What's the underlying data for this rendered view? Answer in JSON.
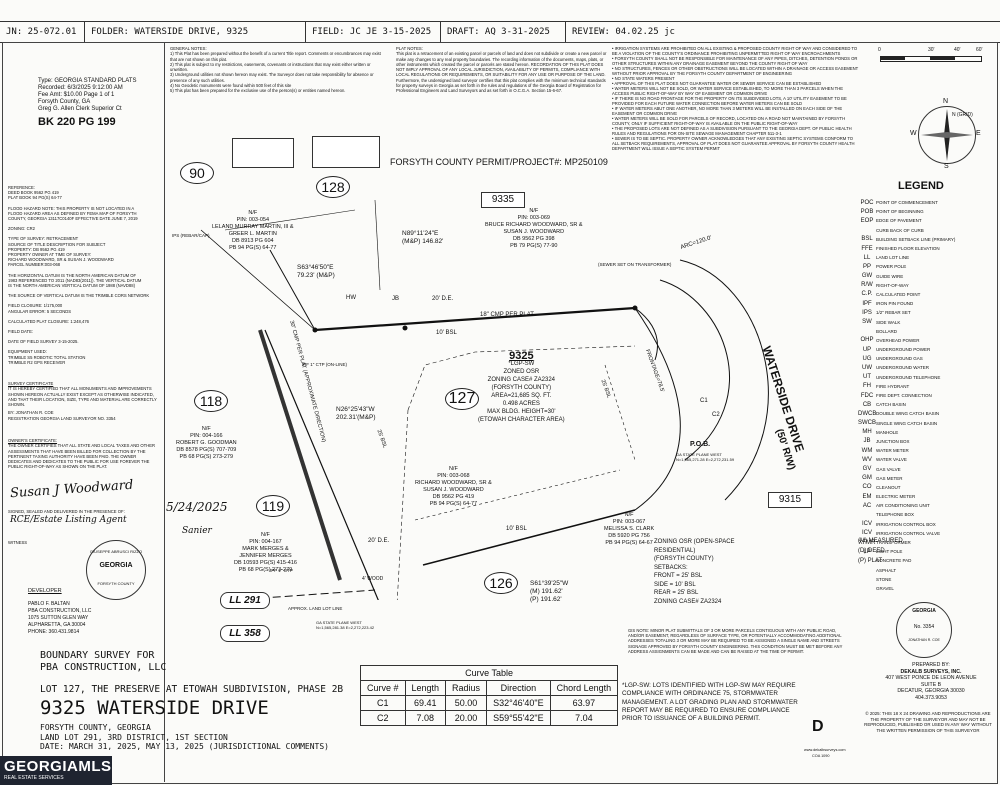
{
  "header": {
    "job": "JN: 25-072.01",
    "folder": "FOLDER: WATERSIDE DRIVE, 9325",
    "field": "FIELD: JC JE 3-15-2025",
    "draft": "DRAFT: AQ 3-31-2025",
    "review": "REVIEW: 04.02.25 jc"
  },
  "recording": {
    "lines": [
      "Type: GEORGIA STANDARD PLATS",
      "Recorded: 6/3/2025 9:12:00 AM",
      "Fee Amt: $10.00 Page 1 of 1",
      "Forsyth County, GA",
      "Greg G. Allen Clerk Superior Ct"
    ],
    "book": "BK 220 PG 199"
  },
  "general_notes": {
    "title": "GENERAL NOTES:",
    "items": [
      "1) This Plat has been prepared without the benefit of a current Title report. Comments or encumbrances may exist that are not shown on this plat.",
      "2) This plat is subject to my restrictions, easements, covenants or instructions that may exist either written or unwritten.",
      "3) Underground utilities not shown hereon may exist. The Surveyor does not take responsibility for absence or presence of any such utilities.",
      "4) No Geodetic monuments were found within 500 feet of this site",
      "5) This plat has been prepared for the exclusive use of the person(s) or entities named hereon."
    ]
  },
  "plat_notes": {
    "title": "PLAT NOTES:",
    "text": "This plat is a retracement of an existing parcel or parcels of land and does not subdivide or create a new parcel or make any changes to any real property boundaries. The recording information of the documents, maps, plats, or other instruments which created the parcel or parcels are stated hereon. RECORDATION OF THIS PLAT DOES NOT IMPLY APPROVAL OF ANY LOCAL JURISDICTION, AVAILABILITY OF PERMITS, COMPLIANCE WITH LOCAL REGULATIONS OR REQUIREMENTS, OR SUITABILITY FOR ANY USE OR PURPOSE OF THE LAND. Furthermore, the undersigned land surveyor certifies that this plat complies with the minimum technical standards for property surveys in Georgia as set forth in the rules and regulations of the Georgia Board of Registration for Professional Engineers and Land Surveyors and as set forth in O.C.G.A. Section 15-6-67."
  },
  "right_notes": [
    "IRRIGATION SYSTEMS ARE PROHIBITED ON ALL EXISTING & PROPOSED COUNTY RIGHT OF WAY AND CONSIDERED TO BE A VIOLATION OF THE COUNTY'S ORDINANCE PROHIBITING UNPERMITTED RIGHT OF WAY ENCROACHMENTS",
    "FORSYTH COUNTY SHALL NOT BE RESPONSIBLE FOR MAINTENANCE OF ANY PIPES, DITCHES, DETENTION PONDS OR OTHER STRUCTURES WITHIN ANY DRAINAGE EASEMENT BEYOND THE COUNTY RIGHT OF WAY",
    "NO STRUCTURES, FENCES OR OTHER OBSTRUCTIONS WILL BE LOCATED WITHIN A DRAINAGE OR ACCESS EASEMENT WITHOUT PRIOR APPROVAL BY THE FORSYTH COUNTY DEPARTMENT OF ENGINEERING",
    "NO STATE WATERS PRESENT",
    "APPROVAL OF THIS PLAT DOES NOT GUARANTEE WATER OR SEWER SERVICE CAN BE ESTABLISHED",
    "WATER METERS WILL NOT BE SOLD, OR WATER SERVICE ESTABLISHED, TO MORE THAN 3 PARCELS WHEN THE ACCESS PUBLIC RIGHT-OF-WAY BY WAY OF EASEMENT OR COMMON DRIVE",
    "IF THERE IS NO ROAD FRONTAGE FOR THE PROPERTY ON ITS SUBDIVIDED LOTS, A 10' UTILITY EASEMENT TO BE PROVIDED FOR EACH FUTURE WATER CONNECTION BEFORE WATER METERS CAN BE SOLD",
    "IF WATER METERS ABUT ONE ANOTHER, NO MORE THAN 3 METERS WILL BE INSTALLED ON EACH SIDE OF THE EASEMENT OR COMMON DRIVE",
    "WATER METERS WILL BE SOLD FOR PARCELS OF RECORD, LOCATED ON A ROAD NOT MAINTAINED BY FORSYTH COUNTY, ONLY IF SUFFICIENT RIGHT-OF-WAY IS AVAILABLE ON THE PUBLIC RIGHT-OF-WAY",
    "THE PROPOSED LOTS ARE NOT DEFINED AS A SUBDIVISION PURSUANT TO THE GEORGIA DEPT. OF PUBLIC HEALTH RULES AND REGULATIONS FOR ON-SITE SEWAGE MANAGEMENT CHAPTER 511-3-1",
    "SEWER IS TO BE SEPTIC. PROPERTY OWNER ACKNOWLEDGES THAT ANY EXISTING SEPTIC SYSTEMS CONFORM TO ALL SETBACK REQUIREMENTS, APPROVAL OF PLAT DOES NOT GUARANTEE APPROVAL BY FORSYTH COUNTY HEALTH DEPARTMENT WILL ISSUE A SEPTIC SYSTEM PERMIT"
  ],
  "permit": {
    "label": "FORSYTH COUNTY PERMIT/PROJECT#:",
    "number": "MP250109"
  },
  "reference": {
    "lines": [
      "REFERENCE:",
      "DEED BOOK 9562 PG 419",
      "PLAT BOOK 94 PG(S) 64-77",
      "",
      "FLOOD HAZARD NOTE: THIS PROPERTY IS NOT LOCATED IN A",
      "FLOOD HAZARD AREA AS DEFINED BY FEMA MAP OF FORSYTH",
      "COUNTY, GEORGIA 13117C0140F EFFECTIVE DATE JUNE 7, 2019",
      "",
      "ZONING: CR2",
      "",
      "TYPE OF SURVEY: RETRACEMENT",
      "SOURCE OF TITLE DESCRIPTION FOR SUBJECT",
      "PROPERTY: DB 9562 PG 419",
      "PROPERTY OWNER AT TIME OF SURVEY:",
      "RICHARD WOODWARD, SR & SUSAN J. WOODWARD",
      "PARCEL NUMBER:003-068",
      "",
      "THE HORIZONTAL DATUM IS THE NORTH AMERICAN DATUM OF",
      "1983 REFERENCED TO 2011 (NAD83(2011)). THE VERTICAL DATUM",
      "IS THE NORTH AMERICAN VERTICAL DATUM OF 1988 (NAVD88)",
      "",
      "THE SOURCE OF VERTICAL DATUM IS THE TRIMBLE CORS NETWORK",
      "",
      "FIELD CLOSURE: 1/175,000",
      "ANGULAR ERROR: 5 SECONDS",
      "",
      "CALCULATED PLAT CLOSURE: 1:248,476",
      "",
      "FIELD DATE:",
      "",
      "DATE OF FIELD SURVEY 3-15-2025.",
      "",
      "EQUIPMENT USED:",
      "TRIMBLE S5 ROBOTIC TOTAL STATION",
      "TRIMBLE R2 GPS RECEIVER"
    ]
  },
  "certification": {
    "title": "SURVEY CERTIFICATE",
    "text": "IT IS HEREBY CERTIFIED THAT ALL MONUMENTS AND IMPROVEMENTS SHOWN HEREON ACTUALLY EXIST EXCEPT AS OTHERWISE INDICATED, AND THAT THEIR LOCATION, SIZE, TYPE AND MATERIAL ARE CORRECTLY SHOWN.",
    "surveyor": "BY: JONATHAN R. COE",
    "reg": "REGISTRATION GEORGIA LAND SURVEYOR NO. 3354"
  },
  "owner_cert": {
    "title": "OWNER'S CERTIFICATE:",
    "text": "THE OWNER CERTIFIES THAT ALL STATE AND LOCAL TAXES AND OTHER ASSESSMENTS THAT HAVE BEEN BILLED FOR COLLECTION BY THE PERTINENT TAXING AUTHORITY HAVE BEEN PAID. THE OWNER DEDICATES AND DEDICATES TO THE PUBLIC FOR USE FOREVER THE PUBLIC RIGHT-OF-WAY AS SHOWN ON THE PLAT.",
    "signed": "SIGNED, SEALED AND DELIVERED IN THE PRESENCE OF:",
    "witness": "WITNESS"
  },
  "developer": {
    "title": "DEVELOPER",
    "lines": [
      "PABLO F. BALTAN",
      "PBA CONSTRUCTION, LLC",
      "1075 SUTTON GLEN WAY",
      "ALPHARETTA, GA 30004",
      "PHONE: 360.431.9814"
    ]
  },
  "signatures": {
    "sig1": "Susan J Woodward",
    "date": "5/24/2025",
    "sig2": "Sanier",
    "role": "RCE/Estate Listing Agent"
  },
  "stamps": {
    "notary_top": "GIUSEPPE ABRUSCI RIZZO",
    "notary_mid": "GEORGIA",
    "notary_bottom": "FORSYTH COUNTY",
    "surveyor_top": "GEORGIA",
    "surveyor_mid": "No. 3354",
    "surveyor_bottom": "JONATHAN R. COE"
  },
  "map": {
    "lot_numbers": {
      "l90": "90",
      "l128": "128",
      "l118": "118",
      "l119": "119",
      "l126": "126",
      "l127": "127"
    },
    "lot_9335": "9335",
    "lot_9315": "9315",
    "address_9325": "9325",
    "subject": [
      "*LGP-SW",
      "ZONED OSR",
      "ZONING CASE# ZA2324",
      "(FORSYTH COUNTY)",
      "AREA=21,685 SQ. FT.",
      "0.498 ACRES",
      "MAX BLDG. HEIGHT=30'",
      "(ETOWAH CHARACTER AREA)"
    ],
    "martin": [
      "N/F",
      "PIN: 003-054",
      "LELAND MURRAY MARTIN, III &",
      "GREER L. MARTIN",
      "DB 8913 PG 604",
      "PB 94 PG(S) 64-77"
    ],
    "woodward_69": [
      "N/F",
      "PIN: 003-069",
      "BRUCE RICHARD WOODWARD, SR &",
      "SUSAN J. WOODWARD",
      "DB 9562 PG 398",
      "PB 79 PG(S) 77-90"
    ],
    "goodman": [
      "N/F",
      "PIN: 004-166",
      "ROBERT G. GOODMAN",
      "DB 8578 PG(S) 707-709",
      "PB 68 PG(S) 273-279"
    ],
    "woodward_68": [
      "N/F",
      "PIN: 003-068",
      "RICHARD WOODWARD, SR &",
      "SUSAN J. WOODWARD",
      "DB 9562 PG 419",
      "PB 94 PG(S) 64-77"
    ],
    "merges": [
      "N/F",
      "PIN: 004-167",
      "MARK MERGES &",
      "JENNIFER MERGES",
      "DB 10593 PG(S) 415-416",
      "PB 68 PG(S) 273-279"
    ],
    "clark": [
      "N/F",
      "PIN: 003-067",
      "MELISSA S. CLARK",
      "DB 5920 PG 756",
      "PB 94 PG(S) 64-67"
    ],
    "bearings": {
      "b1": "N89°11'24\"E",
      "b1d": "(M&P) 146.82'",
      "b2": "S63°46'50\"E",
      "b2d": "79.23' (M&P)",
      "b3": "N26°25'43\"W",
      "b3d": "202.31'(M&P)",
      "b4": "S61°39'25\"W",
      "b4d": "(M) 191.62'",
      "b4p": "(P) 191.62'"
    },
    "labels": {
      "de20": "20' D.E.",
      "cmp": "18\" CMP PER PLAT",
      "bsl10": "10' BSL",
      "bsl10b": "10' BSL",
      "de20b": "20' D.E.",
      "cmp30": "30\" CMP PER PLAT (APPROXIMATE DIRECTION)",
      "arc": "ARC=120.0'",
      "frontage": "FRONTAGE=78.5'",
      "bsl25": "25' BSL",
      "bsl25b": "25' BSL",
      "street": "WATERSIDE DRIVE",
      "row": "(50' R/W)",
      "pob": "P.O.B.",
      "pob_coord": "GA STATE PLANE WEST N=1,565,271.28 E=2,272,231.59",
      "ipf": "IPF 1\" CTP (ON-LINE)",
      "ipf2": "IPF 1\" OTP",
      "ips": "IPS (REBAR/CAP)",
      "hw": "HW",
      "jb": "JB",
      "lotline": "APPROX. LAND LOT LINE",
      "ll291": "LL 291",
      "ll358": "LL 358",
      "wood": "4' WOOD",
      "c1": "C1",
      "c2": "C2",
      "ips_bottom": "GA STATE PLANE WEST N=1,565,281.38 E=2,272,223.42",
      "sewer": "(SEWER SET ON TRANSFORMER)"
    },
    "zoning_box": [
      "ZONING OSR (OPEN-SPACE",
      "RESIDENTIAL)",
      "(FORSYTH COUNTY)",
      "SETBACKS:",
      "FRONT = 25' BSL",
      "SIDE = 10' BSL",
      "REAR = 25' BSL",
      "ZONING CASE# ZA2324"
    ],
    "measured": [
      "(M)  MEASURED",
      "(D)  DEED",
      "(P)  PLAT"
    ]
  },
  "scale": {
    "labels": [
      "0",
      "30'",
      "40'",
      "60'"
    ]
  },
  "north": {
    "label": "N (GRID)",
    "n": "N",
    "s": "S",
    "e": "E",
    "w": "W"
  },
  "legend": {
    "title": "LEGEND",
    "items": [
      [
        "POC",
        "POINT OF COMMENCEMENT"
      ],
      [
        "POB",
        "POINT OF BEGINNING"
      ],
      [
        "EOP",
        "EDGE OF PAVEMENT"
      ],
      [
        "",
        "CURB BACK OF CURB"
      ],
      [
        "BSL",
        "BUILDING SETBACK LINE (PRIMARY)"
      ],
      [
        "FFE",
        "FINISHED FLOOR ELEVATION"
      ],
      [
        "LL",
        "LAND LOT LINE"
      ],
      [
        "PP",
        "POWER POLE"
      ],
      [
        "GW",
        "GUIDE WIRE"
      ],
      [
        "R/W",
        "RIGHT-OF-WAY"
      ],
      [
        "C.P.",
        "CALCULATED POINT"
      ],
      [
        "IPF",
        "IRON PIN FOUND"
      ],
      [
        "IPS",
        "1/2\" REBAR SET"
      ],
      [
        "SW",
        "SIDE WALK"
      ],
      [
        "",
        "BOLLARD"
      ],
      [
        "OHP",
        "OVERHEAD POWER"
      ],
      [
        "UP",
        "UNDERGROUND POWER"
      ],
      [
        "UG",
        "UNDERGROUND GAS"
      ],
      [
        "UW",
        "UNDERGROUND WATER"
      ],
      [
        "UT",
        "UNDERGROUND TELEPHONE"
      ],
      [
        "FH",
        "FIRE HYDRANT"
      ],
      [
        "FDC",
        "FIRE DEPT. CONNECTION"
      ],
      [
        "CB",
        "CATCH BASIN"
      ],
      [
        "DWCB",
        "DOUBLE WING CATCH BASIN"
      ],
      [
        "SWCB",
        "SINGLE WING CATCH BASIN"
      ],
      [
        "MH",
        "MANHOLE"
      ],
      [
        "JB",
        "JUNCTION BOX"
      ],
      [
        "WM",
        "WATER METER"
      ],
      [
        "WV",
        "WATER VALVE"
      ],
      [
        "GV",
        "GAS VALVE"
      ],
      [
        "GM",
        "GAS METER"
      ],
      [
        "CO",
        "CLEANOUT"
      ],
      [
        "EM",
        "ELECTRIC METER"
      ],
      [
        "AC",
        "AIR CONDITIONING UNIT"
      ],
      [
        "",
        "TELEPHONE BOX"
      ],
      [
        "ICV",
        "IRRIGATION CONTROL BOX"
      ],
      [
        "ICV",
        "IRRIGATION CONTROL VALVE"
      ],
      [
        "XFMR",
        "TRANSFORMER"
      ],
      [
        "LP",
        "LIGHT POLE"
      ],
      [
        "",
        "CONCRETE PAD"
      ],
      [
        "",
        "ASPHALT"
      ],
      [
        "",
        "STONE"
      ],
      [
        "",
        "GRAVEL"
      ]
    ]
  },
  "curve_table": {
    "title": "Curve Table",
    "headers": [
      "Curve #",
      "Length",
      "Radius",
      "Direction",
      "Chord Length"
    ],
    "rows": [
      [
        "C1",
        "69.41",
        "50.00",
        "S32°46'40\"E",
        "63.97"
      ],
      [
        "C2",
        "7.08",
        "20.00",
        "S59°55'42\"E",
        "7.04"
      ]
    ]
  },
  "title_block": {
    "line1": "BOUNDARY SURVEY FOR",
    "line2": "PBA CONSTRUCTION, LLC",
    "lot": "LOT 127, THE PRESERVE AT ETOWAH SUBDIVISION, PHASE 2B",
    "address": "9325 WATERSIDE DRIVE",
    "county": "FORSYTH COUNTY, GEORGIA",
    "district": "LAND LOT 291,  3RD DISTRICT, 1ST SECTION",
    "date": "DATE: MARCH 31, 2025, MAY 13, 2025 (JURISDICTIONAL COMMENTS)"
  },
  "gis_note": "GIS NOTE: MINOR PLAT SUBMITTALS OF 3 OR MORE PARCELS CONTIGUOUS WITH ANY PUBLIC ROAD, AND/OR EASEMENT, REGARDLESS OF SURFACE TYPE, OR POTENTIALLY ACCOMMODATING ADDITIONAL ADDRESSES TOTALING 3 OR MORE MAY BE REQUIRED TO BE ASSIGNED A SINGLE NAME AND STREETS SIGNAGE APPROVED BY FORSYTH COUNTY ENGINEERING. THIS CONDITION MUST BE MET BEFORE ANY ADDRESS ASSIGNMENTS CAN BE MADE AND CAN BE RAISED AT THE TIME OF PERMIT.",
  "lgp_note": "*LGP-SW: LOTS IDENTIFIED WITH LGP-SW MAY REQUIRE COMPLIANCE WITH ORDINANCE 75, STORMWATER MANAGEMENT. A LOT GRADING PLAN AND STORMWATER REPORT MAY BE REQUIRED TO ENSURE COMPLIANCE PRIOR TO ISSUANCE OF A BUILDING PERMIT.",
  "company": {
    "prepared": "PREPARED BY:",
    "name": "DEKALB SURVEYS, INC.",
    "addr1": "407 WEST PONCE DE LEON AVENUE",
    "addr2": "SUITE B",
    "addr3": "DECATUR, GEORGIA 30030",
    "phone": "404.373.9053",
    "web": "www.dekalbsurveys.com",
    "coa": "COA 1090"
  },
  "copyright": "© 2025: THIS 18 X 24 DRAWING AND REPRODUCTIONS ARE THE PROPERTY OF THE SURVEYOR AND MAY NOT BE REPRODUCED, PUBLISHED OR USED IN ANY WAY WITHOUT THE WRITTEN PERMISSION OF THIS SURVEYOR",
  "mls": {
    "brand": "GEORGIAMLS",
    "sub": "REAL ESTATE SERVICES"
  }
}
